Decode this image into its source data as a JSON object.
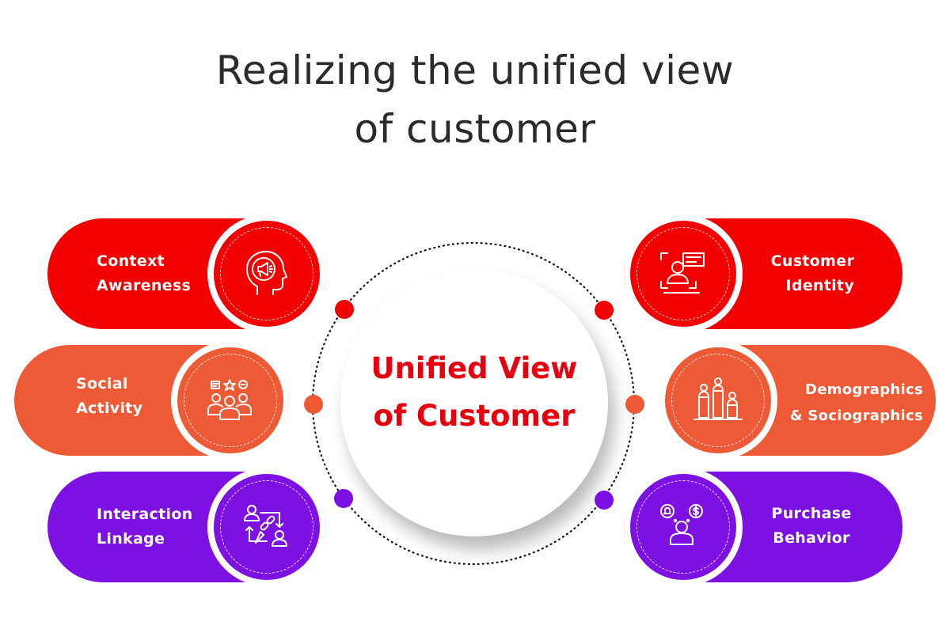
{
  "title": {
    "line1": "Realizing the unified view",
    "line2": "of customer"
  },
  "center": {
    "line1": "Unified View",
    "line2": "of Customer"
  },
  "colors": {
    "red": "#f50000",
    "orange": "#ee5a36",
    "purple": "#7d10e3",
    "center_text": "#e8000d",
    "title": "#2b2b2b"
  },
  "items": [
    {
      "id": "context-awareness",
      "line1": "Context",
      "line2": "Awareness",
      "icon": "head-megaphone-icon",
      "color": "red"
    },
    {
      "id": "social-activity",
      "line1": "Social",
      "line2": "Activity",
      "icon": "group-social-icon",
      "color": "orange"
    },
    {
      "id": "interaction-linkage",
      "line1": "Interaction",
      "line2": "Linkage",
      "icon": "people-link-icon",
      "color": "purple"
    },
    {
      "id": "customer-identity",
      "line1": "Customer",
      "line2": "Identity",
      "icon": "identity-scan-icon",
      "color": "red"
    },
    {
      "id": "demographics",
      "line1": "Demographics",
      "line2": "& Sociographics",
      "icon": "podium-people-icon",
      "color": "orange"
    },
    {
      "id": "purchase-behavior",
      "line1": "Purchase",
      "line2": "Behavior",
      "icon": "person-bell-dollar-icon",
      "color": "purple"
    }
  ]
}
